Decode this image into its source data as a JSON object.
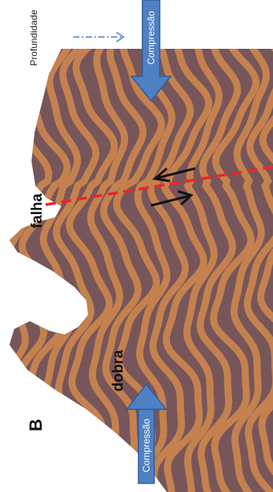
{
  "panel_label": "B",
  "labels": {
    "depth": "Profundidade",
    "fault": "falha",
    "fold": "dobra",
    "compression_top": "Compressão",
    "compression_bottom": "Compressão"
  },
  "colors": {
    "background": "#ffffff",
    "dark_band": "#76535a",
    "light_band": "#d4884c",
    "arrow_fill": "#4f80c3",
    "arrow_stroke": "#2f5d9b",
    "fault_line": "#e8282a",
    "depth_arrow": "#4a7fc0",
    "slip_arrows": "#111111"
  },
  "icons": {
    "depth": "dash-dot-arrow-icon",
    "slip": "arrow-icon",
    "compression": "block-arrow-icon"
  }
}
